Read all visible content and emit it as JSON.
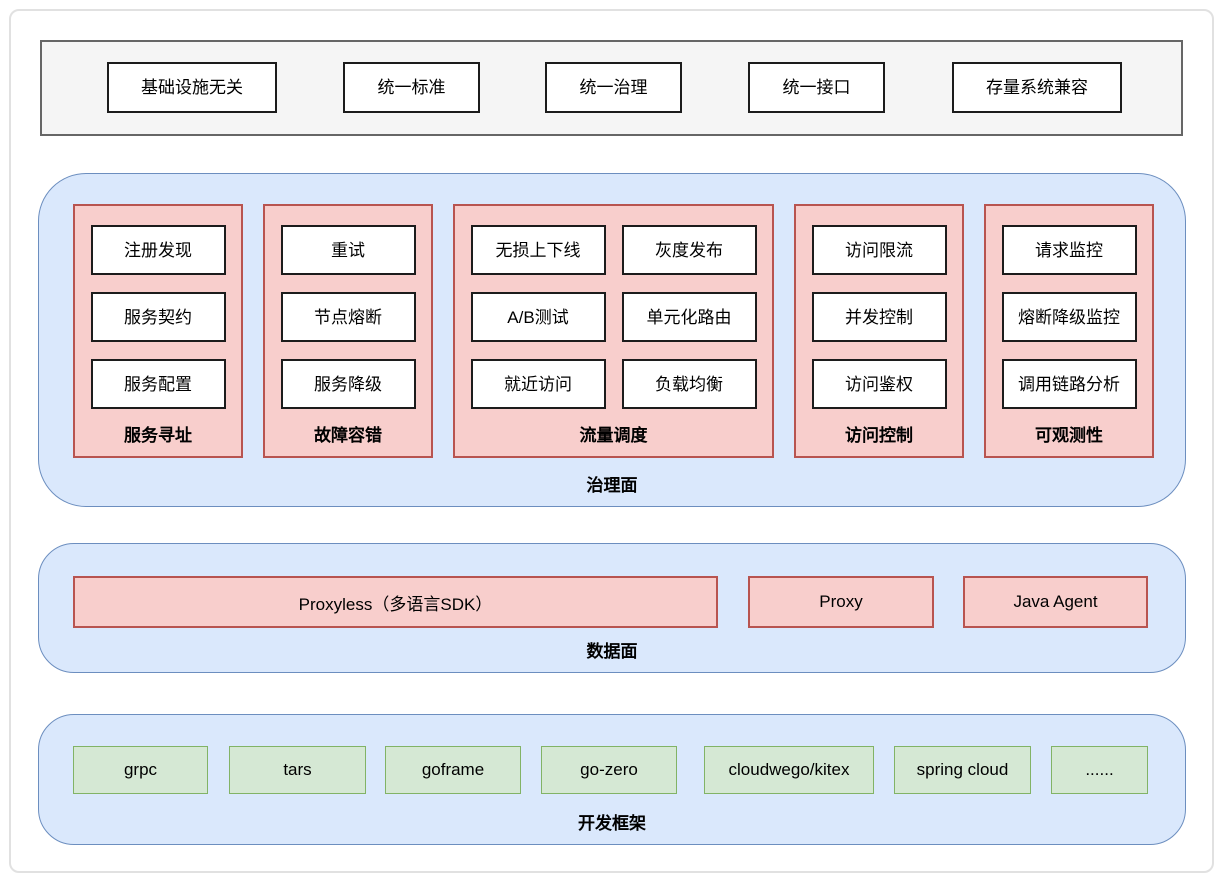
{
  "principles": {
    "items": [
      "基础设施无关",
      "统一标准",
      "统一治理",
      "统一接口",
      "存量系统兼容"
    ]
  },
  "governance_plane": {
    "label": "治理面",
    "groups": [
      {
        "label": "服务寻址",
        "items": [
          "注册发现",
          "服务契约",
          "服务配置"
        ]
      },
      {
        "label": "故障容错",
        "items": [
          "重试",
          "节点熔断",
          "服务降级"
        ]
      },
      {
        "label": "流量调度",
        "items": [
          "无损上下线",
          "灰度发布",
          "A/B测试",
          "单元化路由",
          "就近访问",
          "负载均衡"
        ]
      },
      {
        "label": "访问控制",
        "items": [
          "访问限流",
          "并发控制",
          "访问鉴权"
        ]
      },
      {
        "label": "可观测性",
        "items": [
          "请求监控",
          "熔断降级监控",
          "调用链路分析"
        ]
      }
    ]
  },
  "data_plane": {
    "label": "数据面",
    "items": [
      "Proxyless（多语言SDK）",
      "Proxy",
      "Java Agent"
    ]
  },
  "framework_layer": {
    "label": "开发框架",
    "items": [
      "grpc",
      "tars",
      "goframe",
      "go-zero",
      "cloudwego/kitex",
      "spring cloud",
      "......"
    ]
  },
  "colors": {
    "plane_fill": "#dae8fc",
    "plane_border": "#6c8ebf",
    "module_fill": "#f8cecc",
    "module_border": "#b85450",
    "framework_fill": "#d5e8d4",
    "framework_border": "#82b366",
    "principles_bar_fill": "#f5f5f5",
    "principles_bar_border": "#666666"
  }
}
